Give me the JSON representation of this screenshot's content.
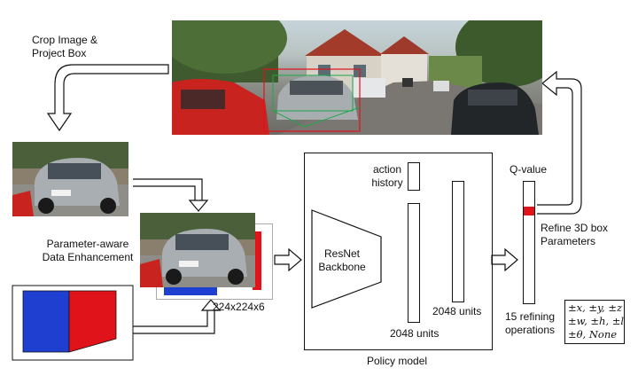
{
  "labels": {
    "crop_line1": "Crop Image &",
    "crop_line2": "Project Box",
    "param_line1": "Parameter-aware",
    "param_line2": "Data Enhancement",
    "crop_size": "224x224x6",
    "action_line1": "action",
    "action_line2": "history",
    "resnet_line1": "ResNet",
    "resnet_line2": "Backbone",
    "units_a": "2048 units",
    "units_b": "2048 units",
    "policy": "Policy model",
    "qvalue": "Q-value",
    "refine_line1": "Refine 3D box",
    "refine_line2": "Parameters",
    "ops_line1": "15 refining",
    "ops_line2": "operations"
  },
  "operations": {
    "row1": "±x, ±y, ±z",
    "row2": "±w, ±h, ±l",
    "row3": "±θ, None"
  },
  "colors": {
    "box_red": "#e0131b",
    "box_blue": "#1f3fd1",
    "q_highlight": "#e0131b",
    "box_green": "#1ca84a"
  }
}
